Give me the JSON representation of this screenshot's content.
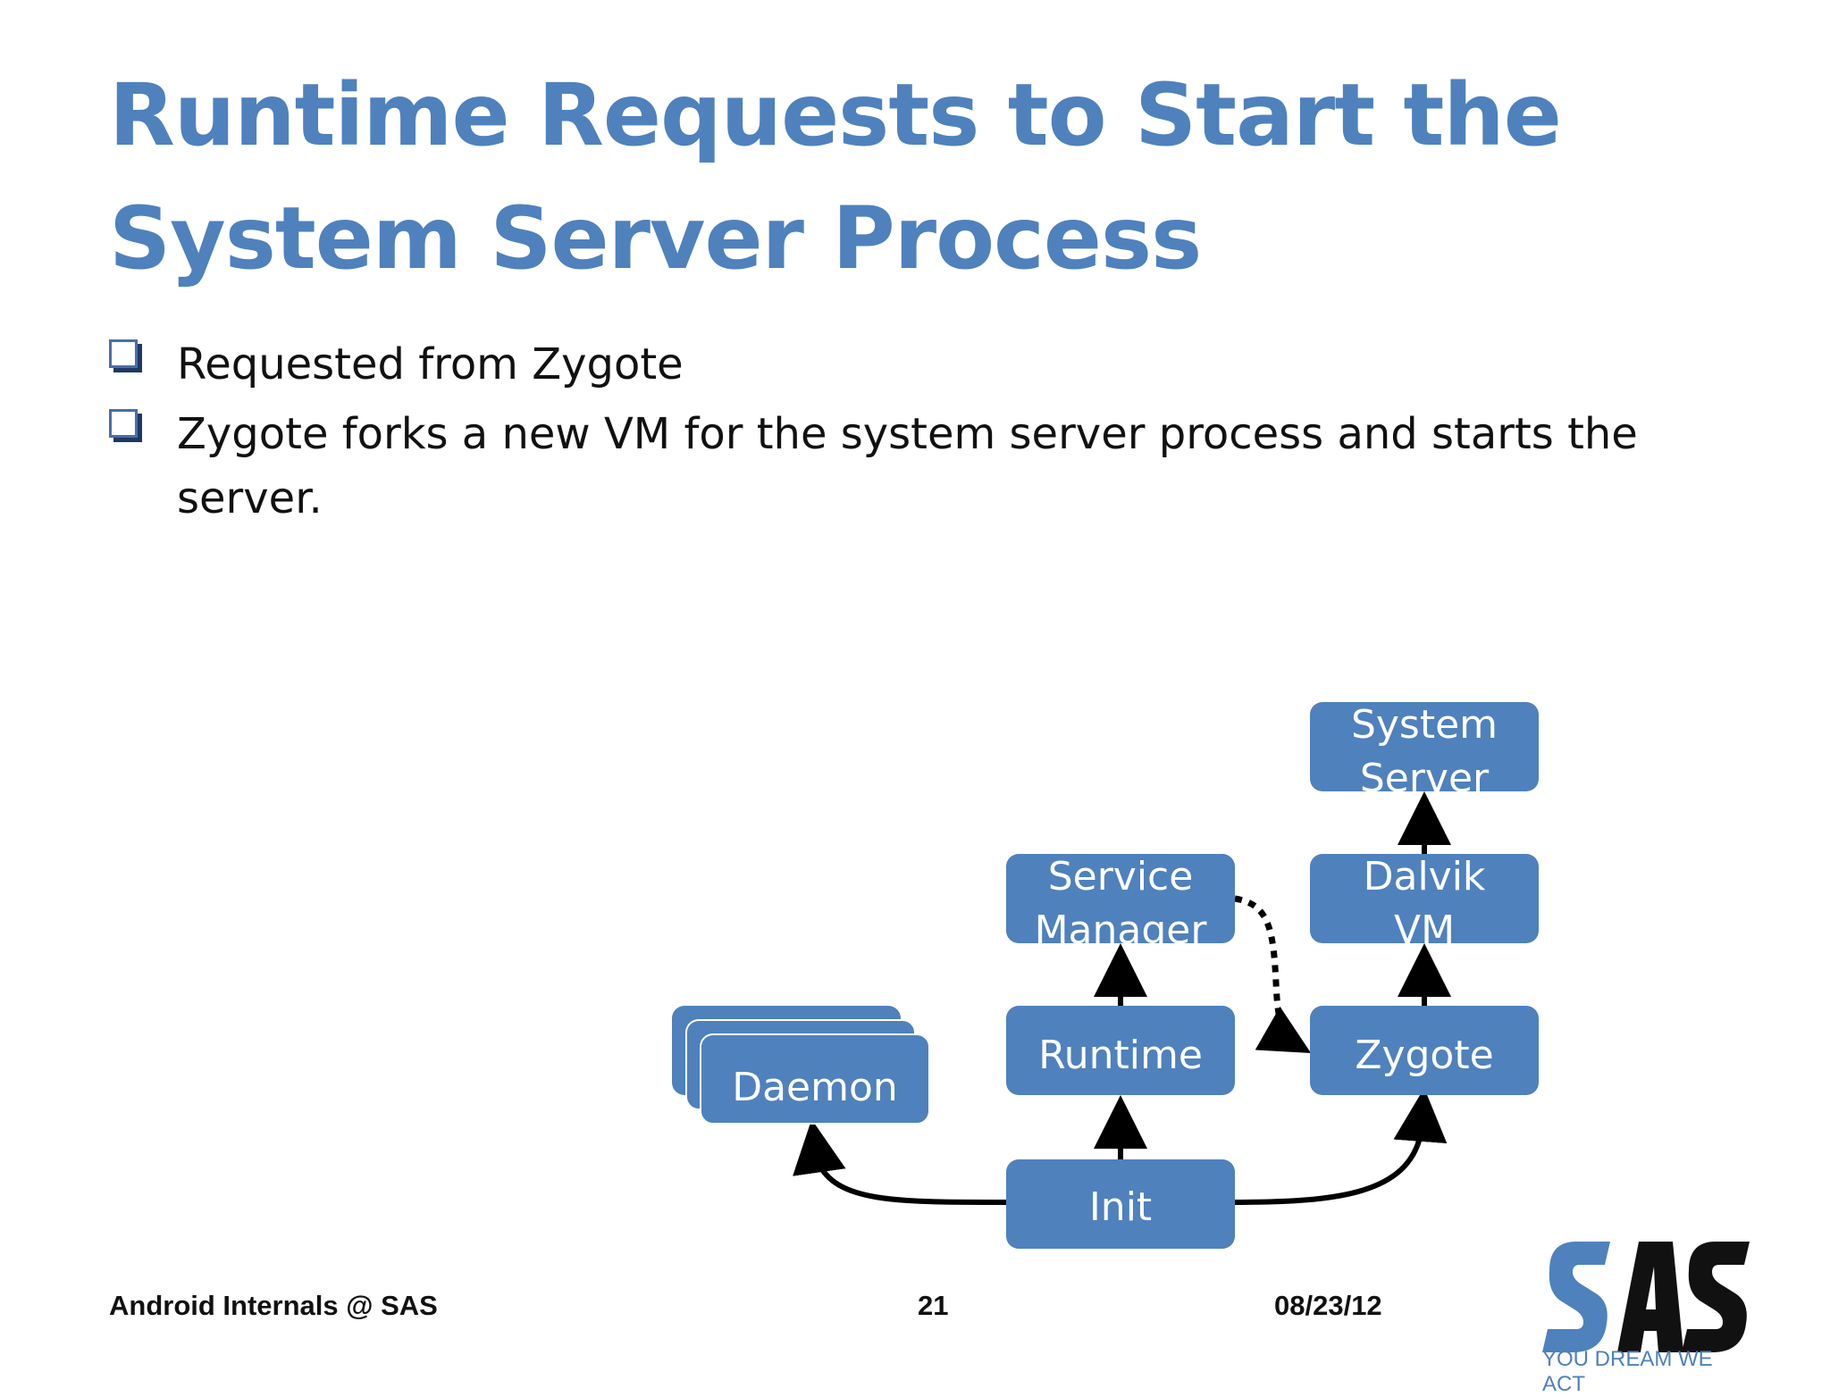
{
  "slide": {
    "title": "Runtime Requests to Start the System Server Process",
    "bullets": [
      "Requested from Zygote",
      "Zygote forks a new VM for the system server process and starts the server."
    ]
  },
  "diagram": {
    "nodes": {
      "system_server": [
        "System",
        "Server"
      ],
      "service_manager": [
        "Service",
        "Manager"
      ],
      "dalvik_vm": [
        "Dalvik",
        "VM"
      ],
      "runtime": "Runtime",
      "zygote": "Zygote",
      "daemon": "Daemon",
      "init": "Init"
    },
    "colors": {
      "node_fill": "#4f81bd",
      "node_text": "#ffffff",
      "arrow": "#000000"
    }
  },
  "footer": {
    "left": "Android Internals @ SAS",
    "page": "21",
    "date": "08/23/12"
  },
  "logo": {
    "text": "SAS",
    "tagline": "YOU DREAM WE ACT"
  }
}
